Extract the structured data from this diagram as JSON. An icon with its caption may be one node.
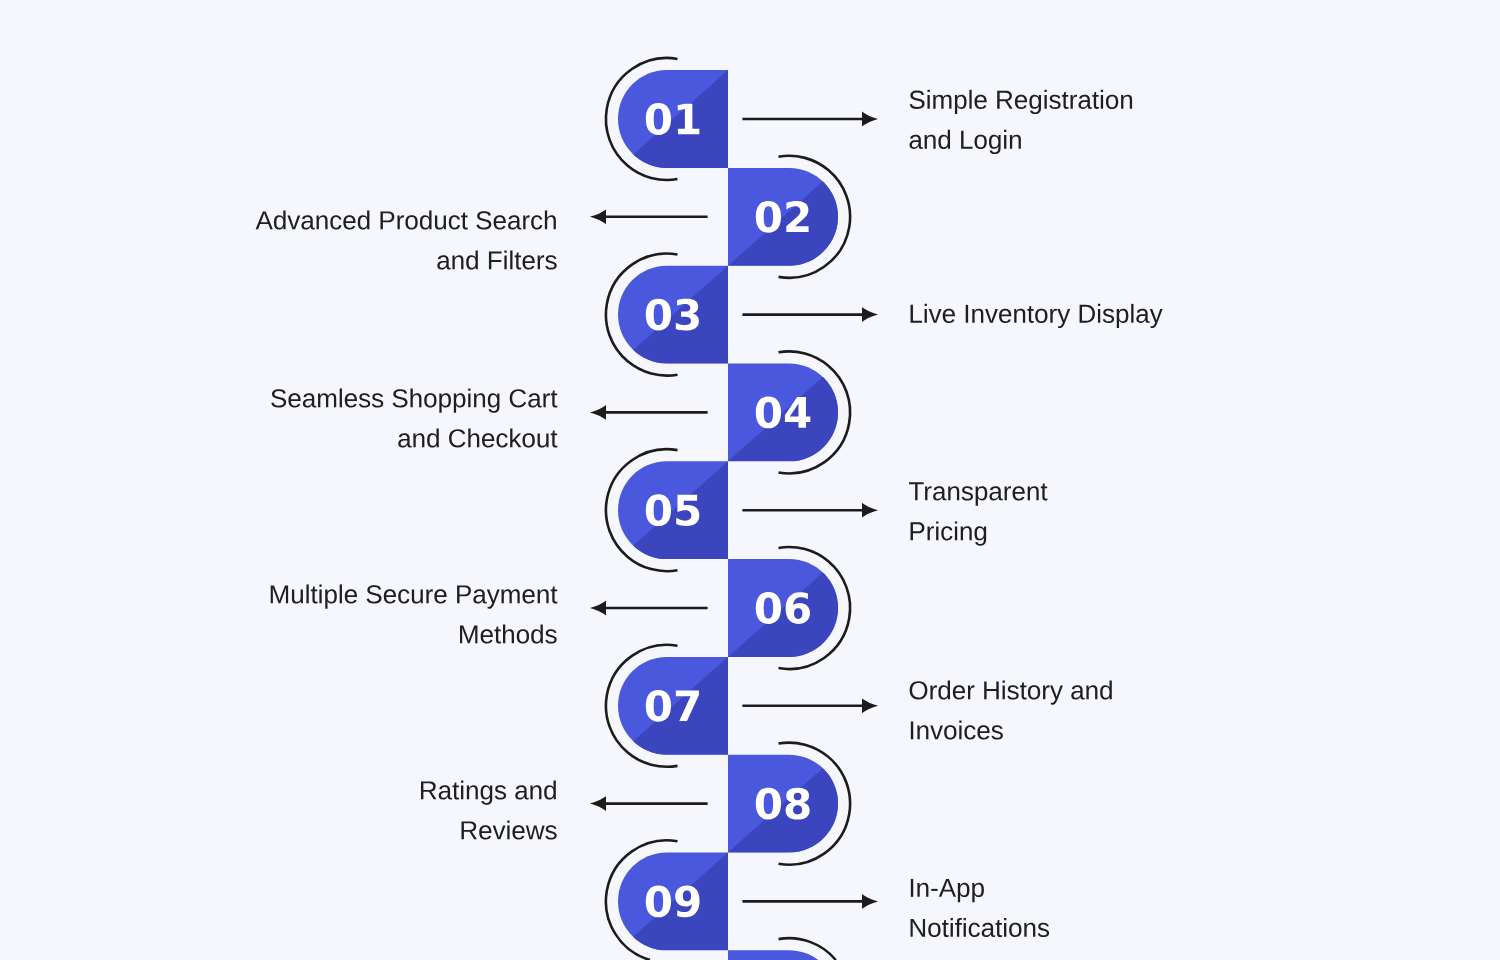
{
  "diagram": {
    "nodes": [
      {
        "text": [
          "01"
        ]
      },
      {
        "text": [
          "Simple Registration and Login"
        ]
      },
      {
        "text": [
          "02"
        ]
      },
      {
        "text": [
          "Advanced Product Search and Filters"
        ]
      },
      {
        "text": [
          "03"
        ]
      },
      {
        "text": [
          "Live Inventory Display"
        ]
      },
      {
        "text": [
          "04"
        ]
      },
      {
        "text": [
          "Seamless Shopping Cart and Checkout"
        ]
      },
      {
        "text": [
          "05"
        ]
      },
      {
        "text": [
          "Transparent Pricing"
        ]
      },
      {
        "text": [
          "06"
        ]
      },
      {
        "text": [
          "Multiple Secure Payment Methods"
        ]
      },
      {
        "text": [
          "07"
        ]
      },
      {
        "text": [
          "Order History and Invoices"
        ]
      },
      {
        "text": [
          "08"
        ]
      },
      {
        "text": [
          "Ratings and Reviews"
        ]
      },
      {
        "text": [
          "09"
        ]
      },
      {
        "text": [
          "In-App Notifications"
        ]
      },
      {
        "text": [],
        "shape": "box"
      }
    ],
    "edges": [
      {
        "from": 0,
        "to": 1,
        "arrow": "to"
      },
      {
        "from": 2,
        "to": 3,
        "arrow": "to"
      },
      {
        "from": 4,
        "to": 5,
        "arrow": "to"
      },
      {
        "from": 6,
        "to": 7,
        "arrow": "to"
      },
      {
        "from": 8,
        "to": 9,
        "arrow": "to"
      },
      {
        "from": 10,
        "to": 11,
        "arrow": "to"
      },
      {
        "from": 12,
        "to": 13,
        "arrow": "to"
      },
      {
        "from": 14,
        "to": 15,
        "arrow": "to"
      },
      {
        "from": 16,
        "to": 17,
        "arrow": "to"
      }
    ]
  }
}
